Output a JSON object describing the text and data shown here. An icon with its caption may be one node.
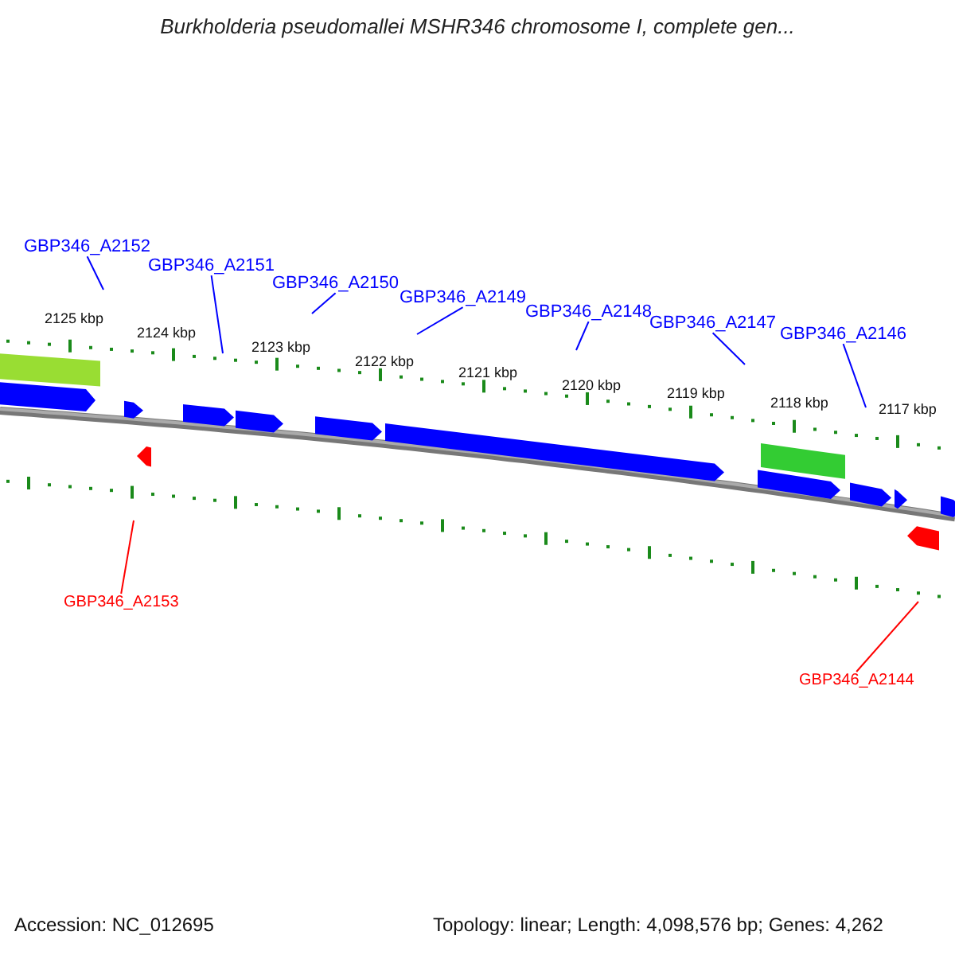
{
  "diagram": {
    "title": "Burkholderia pseudomallei MSHR346 chromosome I, complete gen...",
    "nodes": [
      {
        "text": [
          "GBP346_A2152"
        ]
      },
      {
        "text": [
          "GBP346_A2151"
        ]
      },
      {
        "text": [
          "GBP346_A2150"
        ]
      },
      {
        "text": [
          "GBP346_A2149"
        ]
      },
      {
        "text": [
          "GBP346_A2148"
        ]
      },
      {
        "text": [
          "GBP346_A2147"
        ]
      },
      {
        "text": [
          "GBP346_A2146"
        ]
      },
      {
        "text": [
          "GBP346_A2153"
        ]
      },
      {
        "text": [
          "GBP346_A2144"
        ]
      }
    ],
    "edges": [
      {
        "from": 0,
        "to": null,
        "arrow": "none"
      },
      {
        "from": 1,
        "to": null,
        "arrow": "none"
      },
      {
        "from": 2,
        "to": null,
        "arrow": "none"
      },
      {
        "from": 3,
        "to": null,
        "arrow": "none"
      },
      {
        "from": 4,
        "to": null,
        "arrow": "none"
      },
      {
        "from": 5,
        "to": null,
        "arrow": "none"
      },
      {
        "from": 6,
        "to": null,
        "arrow": "none"
      },
      {
        "from": 7,
        "to": null,
        "arrow": "none",
        "color": "#ff0000"
      },
      {
        "from": 8,
        "to": null,
        "arrow": "none",
        "color": "#ff0000"
      }
    ],
    "labels": [
      "2125 kbp",
      "2124 kbp",
      "2123 kbp",
      "2122 kbp",
      "2121 kbp",
      "2120 kbp",
      "2119 kbp",
      "2118 kbp",
      "2117 kbp",
      "Accession: NC_012695",
      "Topology: linear; Length: 4,098,576 bp; Genes: 4,262"
    ]
  }
}
